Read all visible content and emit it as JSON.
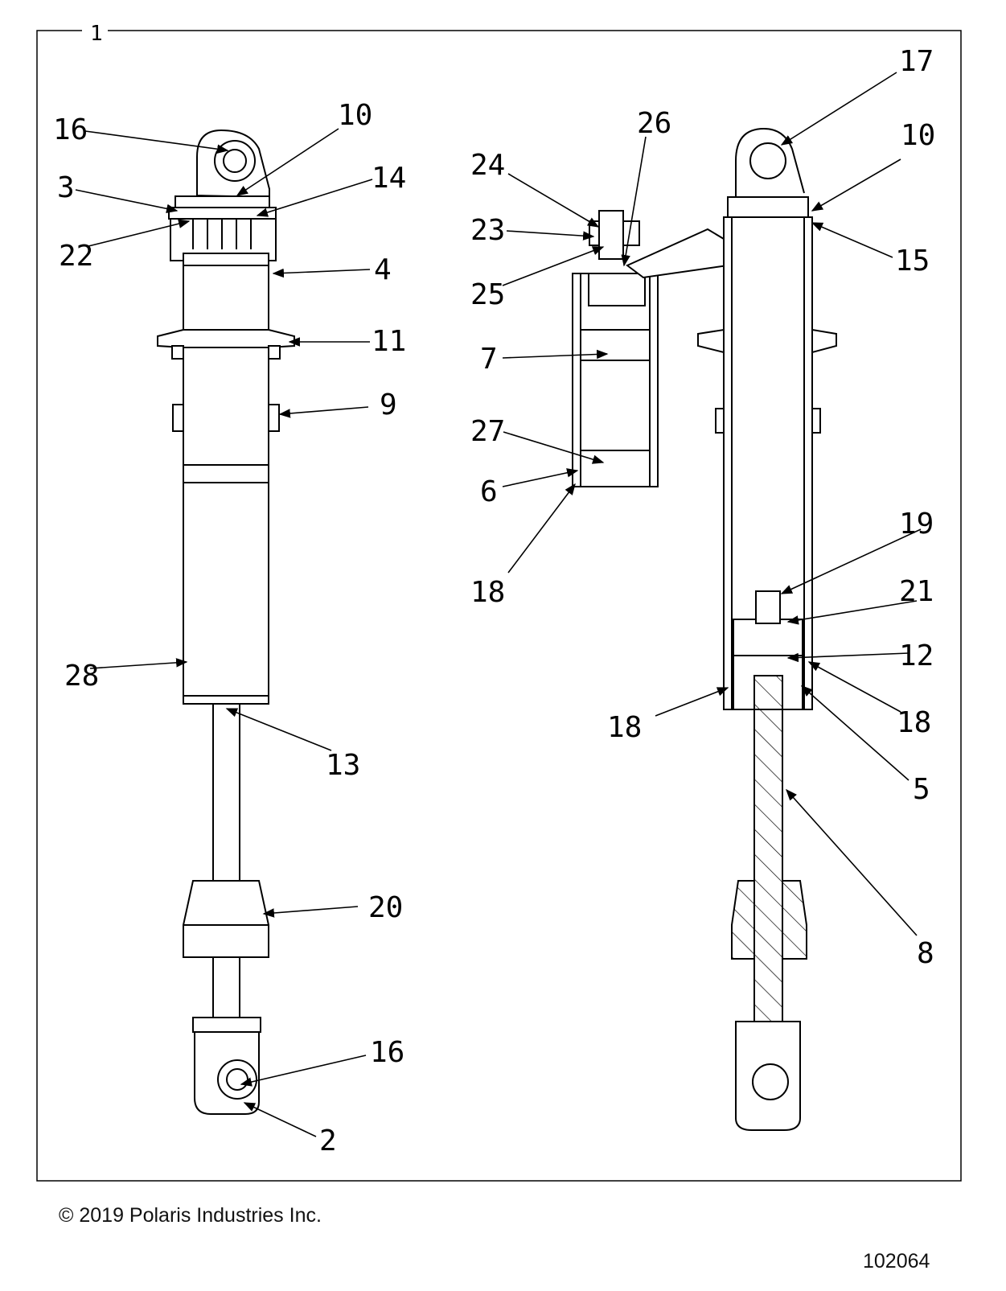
{
  "frame_number": "1",
  "callouts": {
    "c16a": "16",
    "c10a": "10",
    "c3": "3",
    "c14": "14",
    "c22": "22",
    "c4": "4",
    "c11": "11",
    "c9": "9",
    "c28": "28",
    "c13": "13",
    "c20": "20",
    "c16b": "16",
    "c2": "2",
    "c24": "24",
    "c26": "26",
    "c23": "23",
    "c25": "25",
    "c7": "7",
    "c27": "27",
    "c6": "6",
    "c18a": "18",
    "c17": "17",
    "c10b": "10",
    "c15": "15",
    "c19": "19",
    "c21": "21",
    "c12": "12",
    "c18b": "18",
    "c18c": "18",
    "c5": "5",
    "c8": "8"
  },
  "footer": {
    "copyright": "© 2019 Polaris Industries Inc.",
    "diagram_id": "102064"
  }
}
